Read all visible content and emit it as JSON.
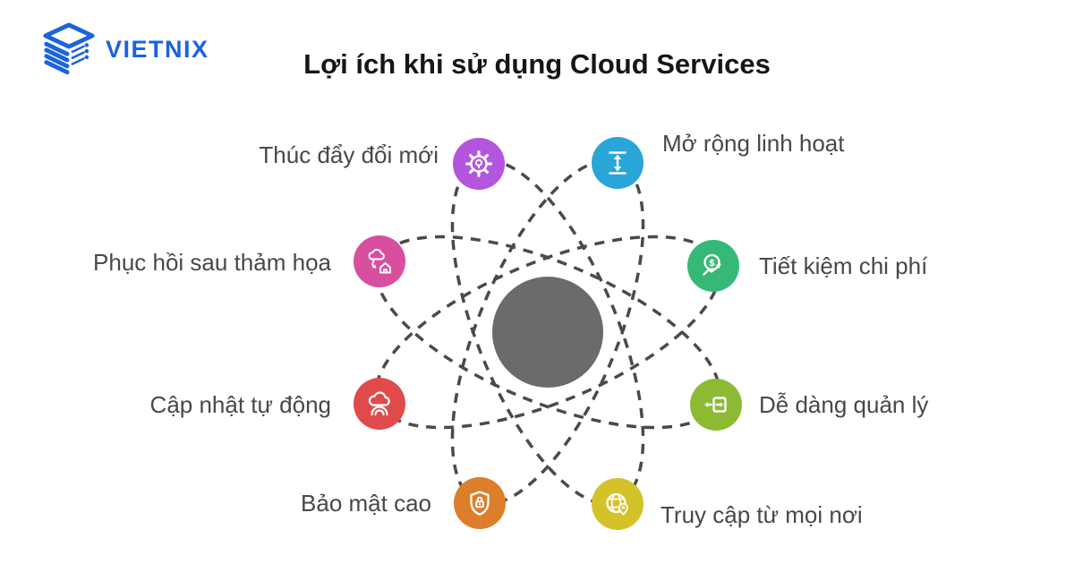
{
  "brand": {
    "name": "VIETNIX",
    "color": "#1c63de"
  },
  "title": {
    "text": "Lợi ích khi sử dụng Cloud Services",
    "color": "#161616"
  },
  "diagram": {
    "center_color": "#6b6b6b",
    "orbit_color": "#4a4a4a",
    "label_color": "#484848",
    "nodes": [
      {
        "label": "Thúc đẩy đổi mới",
        "icon": "gear-innovation-icon",
        "color": "#b455dd"
      },
      {
        "label": "Mở rộng linh hoạt",
        "icon": "vertical-scale-icon",
        "color": "#29a5d8"
      },
      {
        "label": "Tiết kiệm chi phí",
        "icon": "dollar-growth-icon",
        "color": "#36b877"
      },
      {
        "label": "Dễ dàng quản lý",
        "icon": "transfer-arrows-icon",
        "color": "#8cba32"
      },
      {
        "label": "Truy cập từ mọi nơi",
        "icon": "globe-location-icon",
        "color": "#d4c22b"
      },
      {
        "label": "Bảo mật cao",
        "icon": "shield-lock-icon",
        "color": "#dd7e2a"
      },
      {
        "label": "Cập nhật tự động",
        "icon": "cloud-sync-icon",
        "color": "#e14a4a"
      },
      {
        "label": "Phục hồi sau thảm họa",
        "icon": "cloud-restore-icon",
        "color": "#d84f9f"
      }
    ]
  }
}
